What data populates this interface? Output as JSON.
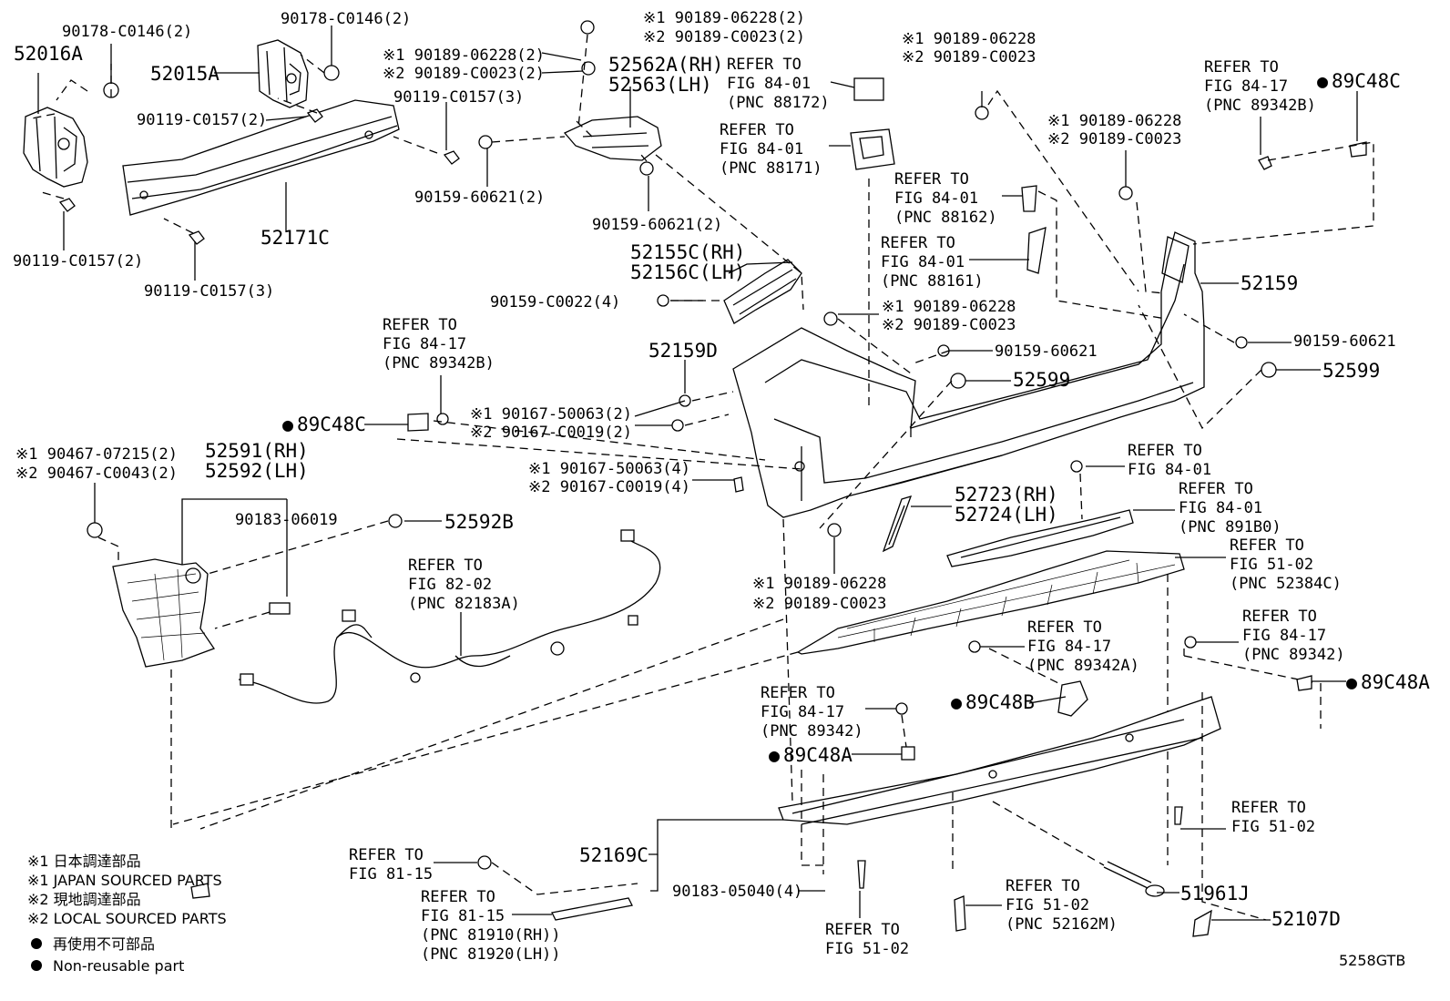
{
  "diagram_id": "5258GTB",
  "labels": {
    "p52016A": "52016A",
    "p90178a": "90178-C0146(2)",
    "p90178b": "90178-C0146(2)",
    "p52015A": "52015A",
    "p90119a": "90119-C0157(2)",
    "p90119b": "90119-C0157(3)",
    "p90119c": "90119-C0157(2)",
    "p90119d": "90119-C0157(3)",
    "p52171C": "52171C",
    "p90189_1a": "※1 90189-06228(2)",
    "p90189_2a": "※2 90189-C0023(2)",
    "p90189_1b": "※1 90189-06228(2)",
    "p90189_2b": "※2 90189-C0023(2)",
    "p52562A": "52562A(RH)",
    "p52563": "52563(LH)",
    "p90159a": "90159-60621(2)",
    "p90159b": "90159-60621(2)",
    "p90189_1c": "※1 90189-06228",
    "p90189_2c": "※2 90189-C0023",
    "p90189_1d": "※1 90189-06228",
    "p90189_2d": "※2 90189-C0023",
    "p89C48C_r": "89C48C",
    "p52155C": "52155C(RH)",
    "p52156C": "52156C(LH)",
    "p90159c": "90159-C0022(4)",
    "p90189_1e": "※1 90189-06228",
    "p90189_2e": "※2 90189-C0023",
    "p52159": "52159",
    "p90159d": "90159-60621",
    "p90159e": "90159-60621",
    "p52599a": "52599",
    "p52599b": "52599",
    "p52159D": "52159D",
    "p90167_1a": "※1 90167-50063(2)",
    "p90167_2a": "※2 90167-C0019(2)",
    "p89C48C_l": "89C48C",
    "p90167_1b": "※1 90167-50063(4)",
    "p90167_2b": "※2 90167-C0019(4)",
    "p90467_1": "※1 90467-07215(2)",
    "p90467_2": "※2 90467-C0043(2)",
    "p52591": "52591(RH)",
    "p52592": "52592(LH)",
    "p90183a": "90183-06019",
    "p52592B": "52592B",
    "p52723": "52723(RH)",
    "p52724": "52724(LH)",
    "p90189_1f": "※1 90189-06228",
    "p90189_2f": "※2 90189-C0023",
    "p89C48B": "89C48B",
    "p89C48A_c": "89C48A",
    "p89C48A_r": "89C48A",
    "p52169C": "52169C",
    "p90183b": "90183-05040(4)",
    "p51961J": "51961J",
    "p52107D": "52107D"
  },
  "refs": {
    "r88172": [
      "REFER TO",
      "FIG 84-01",
      "(PNC 88172)"
    ],
    "r88171": [
      "REFER TO",
      "FIG 84-01",
      "(PNC 88171)"
    ],
    "r89342B_r": [
      "REFER TO",
      "FIG 84-17",
      "(PNC 89342B)"
    ],
    "r88162": [
      "REFER TO",
      "FIG 84-01",
      "(PNC 88162)"
    ],
    "r88161": [
      "REFER TO",
      "FIG 84-01",
      "(PNC 88161)"
    ],
    "r89342B_l": [
      "REFER TO",
      "FIG 84-17",
      "(PNC 89342B)"
    ],
    "r84_01": [
      "REFER TO",
      "FIG 84-01"
    ],
    "r891B0": [
      "REFER TO",
      "FIG 84-01",
      "(PNC 891B0)"
    ],
    "r52384C": [
      "REFER TO",
      "FIG 51-02",
      "(PNC 52384C)"
    ],
    "r82183A": [
      "REFER TO",
      "FIG 82-02",
      "(PNC 82183A)"
    ],
    "r89342A": [
      "REFER TO",
      "FIG 84-17",
      "(PNC 89342A)"
    ],
    "r89342_r": [
      "REFER TO",
      "FIG 84-17",
      "(PNC 89342)"
    ],
    "r89342_c": [
      "REFER TO",
      "FIG 84-17",
      "(PNC 89342)"
    ],
    "r51_02a": [
      "REFER TO",
      "FIG 51-02"
    ],
    "r81_15a": [
      "REFER TO",
      "FIG 81-15"
    ],
    "r81910": [
      "REFER TO",
      "FIG 81-15",
      "(PNC 81910(RH))",
      "(PNC 81920(LH))"
    ],
    "r52162M": [
      "REFER TO",
      "FIG 51-02",
      "(PNC 52162M)"
    ],
    "r51_02b": [
      "REFER TO",
      "FIG 51-02"
    ]
  },
  "legend": [
    "※1 日本調達部品",
    "※1 JAPAN SOURCED PARTS",
    "※2 現地調達部品",
    "※2 LOCAL SOURCED PARTS",
    "再使用不可部品",
    "Non-reusable part"
  ]
}
